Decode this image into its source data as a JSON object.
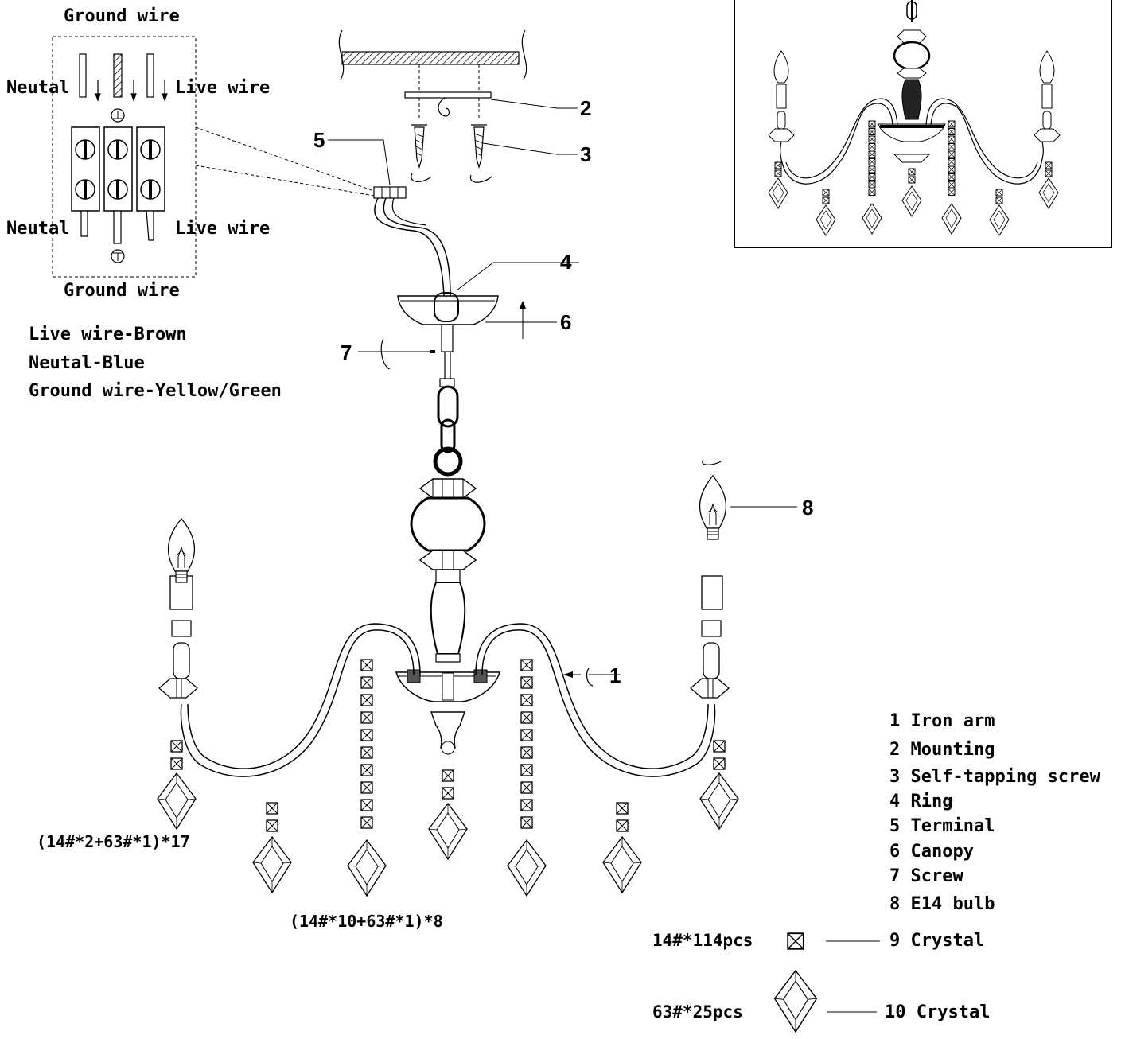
{
  "wiring": {
    "ground_top": "Ground wire",
    "neutal_top": "Neutal",
    "live_top": "Live wire",
    "neutal_bottom": "Neutal",
    "live_bottom": "Live wire",
    "ground_bottom": "Ground wire",
    "colors": [
      "Live wire-Brown",
      "Neutal-Blue",
      "Ground wire-Yellow/Green"
    ]
  },
  "callouts": [
    "1",
    "2",
    "3",
    "4",
    "5",
    "6",
    "7",
    "8"
  ],
  "strand_left": "(14#*2+63#*1)*17",
  "strand_center": "(14#*10+63#*1)*8",
  "legend": [
    "1 Iron arm",
    "2 Mounting",
    "3 Self-tapping screw",
    "4 Ring",
    "5 Terminal",
    "6 Canopy",
    "7 Screw",
    "8 E14 bulb"
  ],
  "crystals": [
    {
      "qty": "14#*114pcs",
      "label": "9 Crystal",
      "icon": "square-crystal-icon"
    },
    {
      "qty": "63#*25pcs",
      "label": "10 Crystal",
      "icon": "diamond-crystal-icon"
    }
  ]
}
